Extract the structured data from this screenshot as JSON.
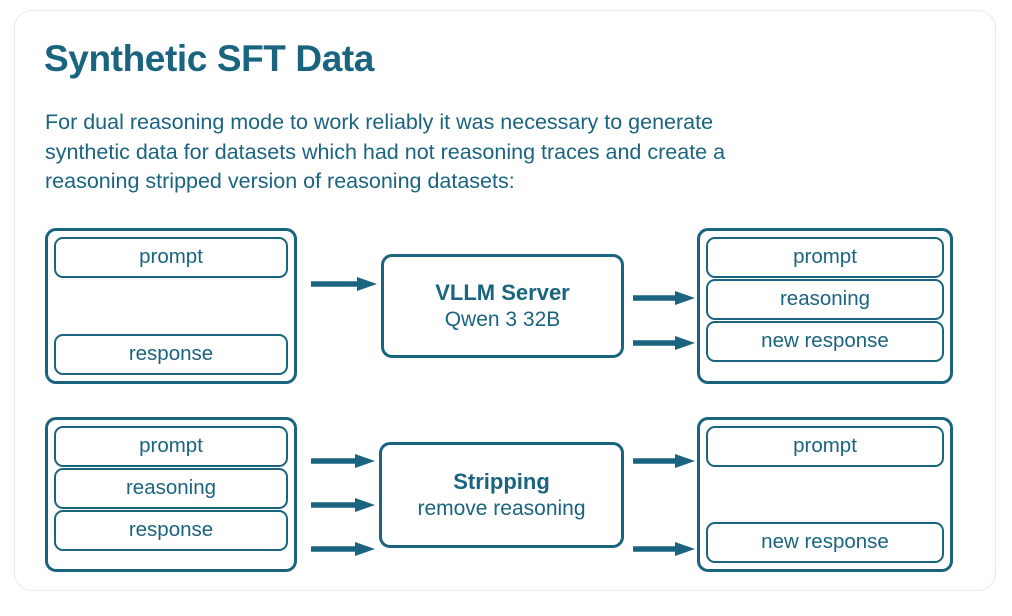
{
  "slide": {
    "title": "Synthetic SFT Data",
    "body": "For dual reasoning mode to work reliably it was necessary to generate synthetic data for datasets which had not reasoning traces and create a reasoning stripped version of reasoning datasets:",
    "accent_color": "#1a6480",
    "card_border_color": "#e9eaec",
    "background_color": "#ffffff"
  },
  "diagram": {
    "type": "flow",
    "rows": [
      {
        "id": "generate-reasoning",
        "input": {
          "slots": [
            "prompt",
            "response"
          ],
          "layout": "split"
        },
        "process": {
          "title": "VLLM Server",
          "subtitle": "Qwen 3 32B"
        },
        "output": {
          "slots": [
            "prompt",
            "reasoning",
            "new response"
          ],
          "layout": "stacked"
        },
        "arrows_in": 1,
        "arrows_out": 2
      },
      {
        "id": "strip-reasoning",
        "input": {
          "slots": [
            "prompt",
            "reasoning",
            "response"
          ],
          "layout": "stacked"
        },
        "process": {
          "title": "Stripping",
          "subtitle": "remove reasoning"
        },
        "output": {
          "slots": [
            "prompt",
            "new response"
          ],
          "layout": "split"
        },
        "arrows_in": 3,
        "arrows_out": 2
      }
    ]
  }
}
